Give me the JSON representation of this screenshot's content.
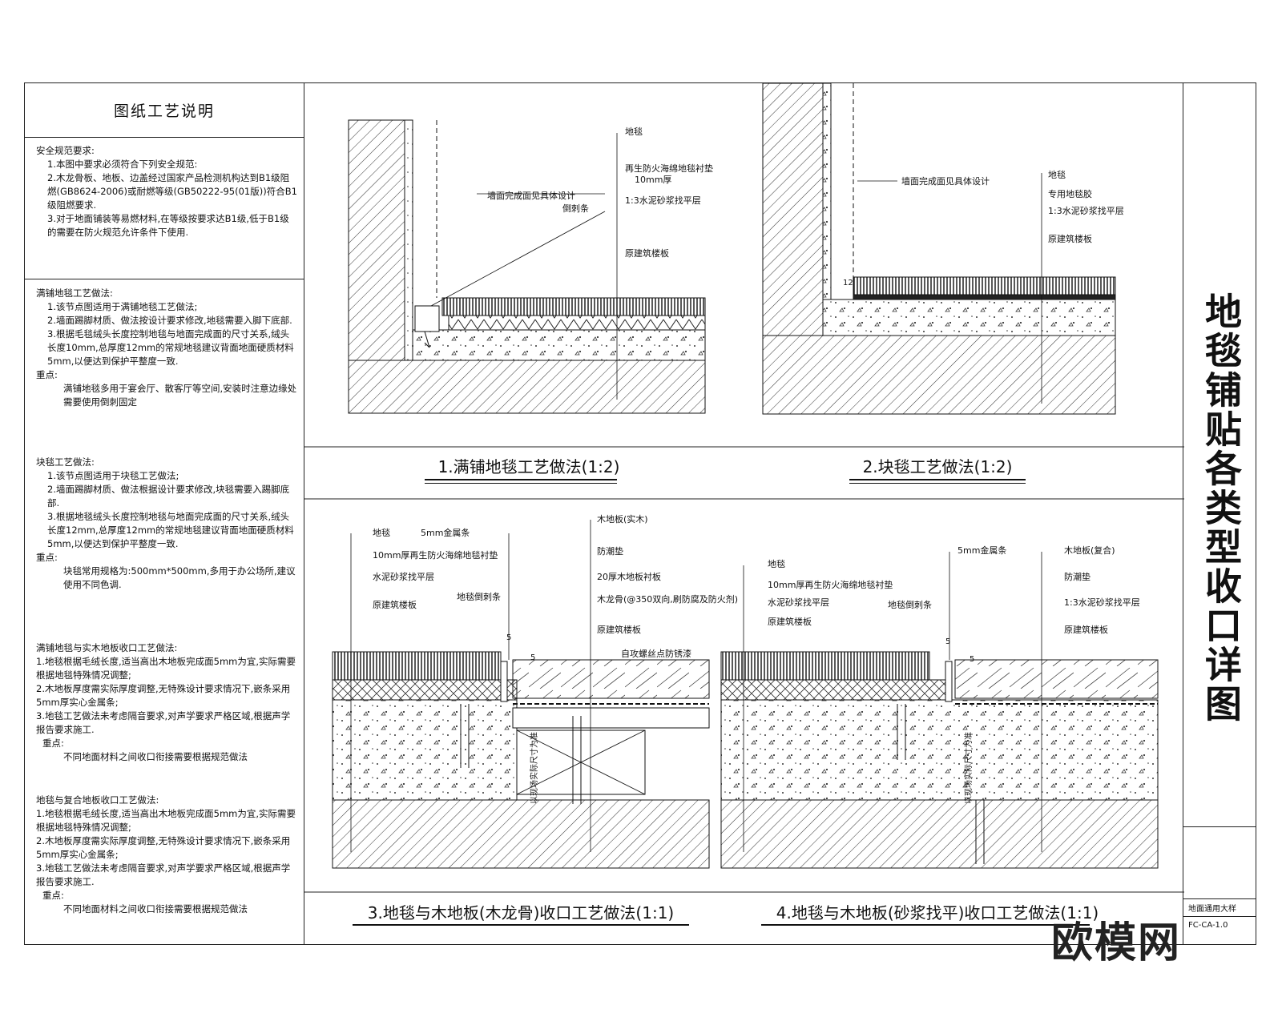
{
  "notes": {
    "title": "图纸工艺说明",
    "safety": {
      "heading": "安全规范要求:",
      "lines": [
        "1.本图中要求必须符合下列安全规范:",
        "2.木龙骨板、地板、边盖经过国家产品检测机构达到B1级阻燃(GB8624-2006)或耐燃等级(GB50222-95(01版))符合B1级阻燃要求.",
        "3.对于地面铺装等易燃材料,在等级按要求达B1级,低于B1级的需要在防火规范允许条件下使用."
      ]
    },
    "full": {
      "heading": "满铺地毯工艺做法:",
      "lines": [
        "1.该节点图适用于满铺地毯工艺做法;",
        "2.墙面踢脚材质、做法按设计要求修改,地毯需要入脚下底部.",
        "3.根据毛毯绒头长度控制地毯与地面完成面的尺寸关系,绒头长度10mm,总厚度12mm的常规地毯建议背面地面硬质材料5mm,以便达到保护平整度一致."
      ],
      "point_head": "重点:",
      "point": "满铺地毯多用于宴会厅、散客厅等空间,安装时注意边缘处需要使用倒刺固定"
    },
    "block": {
      "heading": "块毯工艺做法:",
      "lines": [
        "1.该节点图适用于块毯工艺做法;",
        "2.墙面踢脚材质、做法根据设计要求修改,块毯需要入踢脚底部.",
        "3.根据地毯绒头长度控制地毯与地面完成面的尺寸关系,绒头长度12mm,总厚度12mm的常规地毯建议背面地面硬质材料5mm,以便达到保护平整度一致."
      ],
      "point_head": "重点:",
      "point": "块毯常用规格为:500mm*500mm,多用于办公场所,建议使用不同色调."
    },
    "wood": {
      "heading": "满铺地毯与实木地板收口工艺做法:",
      "lines": [
        "1.地毯根据毛绒长度,适当高出木地板完成面5mm为宜,实际需要根据地毯特殊情况调整;",
        "2.木地板厚度需实际厚度调整,无特殊设计要求情况下,嵌条采用5mm厚实心金属条;",
        "3.地毯工艺做法未考虑隔音要求,对声学要求严格区域,根据声学报告要求施工."
      ],
      "point_head": "重点:",
      "point": "不同地面材料之间收口衔接需要根据规范做法"
    },
    "composite": {
      "heading": "地毯与复合地板收口工艺做法:",
      "lines": [
        "1.地毯根据毛绒长度,适当高出木地板完成面5mm为宜,实际需要根据地毯特殊情况调整;",
        "2.木地板厚度需实际厚度调整,无特殊设计要求情况下,嵌条采用5mm厚实心金属条;",
        "3.地毯工艺做法未考虑隔音要求,对声学要求严格区域,根据声学报告要求施工."
      ],
      "point_head": "重点:",
      "point": "不同地面材料之间收口衔接需要根据规范做法"
    }
  },
  "drawings": {
    "d1": {
      "caption": "1.满铺地毯工艺做法(1:2)",
      "labels": [
        "地毯",
        "再生防火海绵地毯衬垫",
        "10mm厚",
        "1:3水泥砂浆找平层",
        "原建筑楼板",
        "墙面完成面见具体设计",
        "倒刺条"
      ]
    },
    "d2": {
      "caption": "2.块毯工艺做法(1:2)",
      "labels": [
        "墙面完成面见具体设计",
        "地毯",
        "专用地毯胶",
        "1:3水泥砂浆找平层",
        "原建筑楼板",
        "12"
      ]
    },
    "d3": {
      "caption": "3.地毯与木地板(木龙骨)收口工艺做法(1:1)",
      "labels_left": [
        "地毯",
        "10mm厚再生防火海绵地毯衬垫",
        "水泥砂浆找平层",
        "原建筑楼板",
        "5mm金属条",
        "地毯倒刺条"
      ],
      "labels_right": [
        "木地板(实木)",
        "防潮垫",
        "20厚木地板衬板",
        "木龙骨(@350双向,刷防腐及防火剂)",
        "原建筑楼板",
        "自攻螺丝点防锈漆"
      ],
      "dims": [
        "5",
        "5"
      ],
      "vertical_note": "以现场实际尺寸为准"
    },
    "d4": {
      "caption": "4.地毯与木地板(砂浆找平)收口工艺做法(1:1)",
      "labels_left": [
        "地毯",
        "10mm厚再生防火海绵地毯衬垫",
        "水泥砂浆找平层",
        "原建筑楼板",
        "地毯倒刺条"
      ],
      "labels_right": [
        "5mm金属条",
        "木地板(复合)",
        "防潮垫",
        "1:3水泥砂浆找平层",
        "原建筑楼板"
      ],
      "dims": [
        "5",
        "5"
      ],
      "vertical_note": "以现场实际尺寸为准"
    }
  },
  "title_block": {
    "main_title": "地毯铺贴各类型收口详图",
    "row1": "地面通用大样",
    "row2": "FC-CA-1.0"
  },
  "watermark": "欧模网",
  "colors": {
    "line": "#111111",
    "hatch": "#333333"
  }
}
